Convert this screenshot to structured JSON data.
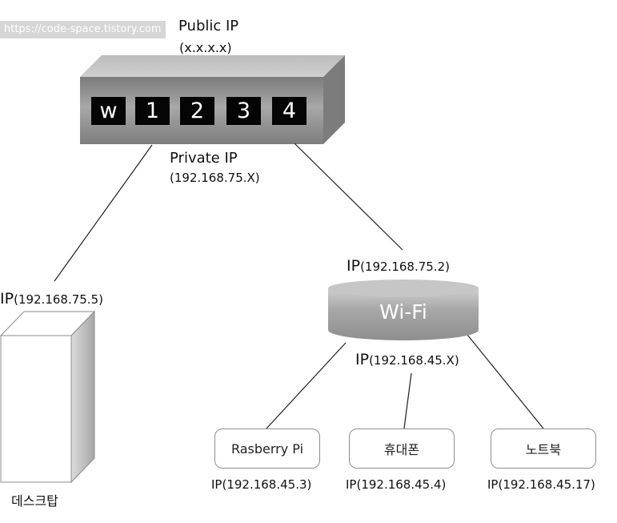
{
  "watermark": "https://code-space.tistory.com",
  "router": {
    "public_ip_title": "Public IP",
    "public_ip_value": "(x.x.x.x)",
    "ports": [
      "w",
      "1",
      "2",
      "3",
      "4"
    ],
    "private_ip_title": "Private IP",
    "private_ip_value": "(192.168.75.X)"
  },
  "desktop": {
    "ip_prefix": "IP",
    "ip_addr": "(192.168.75.5)",
    "label": "데스크탑"
  },
  "wifi": {
    "label": "Wi-Fi",
    "upper_ip_prefix": "IP",
    "upper_ip_addr": "(192.168.75.2)",
    "lower_ip_prefix": "IP",
    "lower_ip_addr": "(192.168.45.X)"
  },
  "devices": [
    {
      "label": "Rasberry Pi",
      "ip": "IP(192.168.45.3)"
    },
    {
      "label": "휴대폰",
      "ip": "IP(192.168.45.4)"
    },
    {
      "label": "노트북",
      "ip": "IP(192.168.45.17)"
    }
  ],
  "colors": {
    "router_front": "#8a8a8a",
    "router_top": "#c6c6c6",
    "router_side": "#7b7b7b",
    "port_bg": "#050505",
    "wifi_body": "#9c9c9c",
    "wifi_top": "#c3c3c3",
    "connector": "#1f1f1f",
    "box_border": "#8f8f8f"
  }
}
